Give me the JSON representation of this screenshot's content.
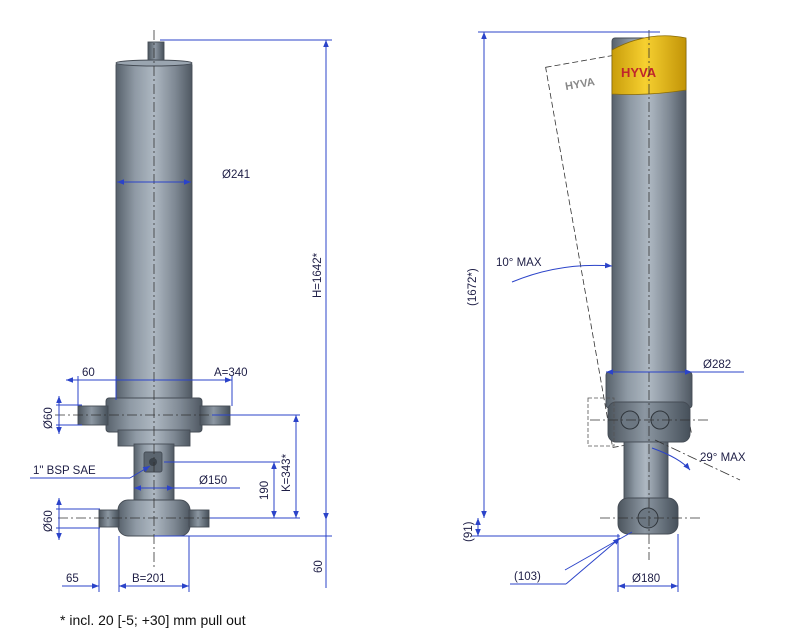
{
  "left_view": {
    "diameter_barrel": "Ø241",
    "height": "H=1642*",
    "a_dim": "A=340",
    "left_offset_top": "60",
    "pin_diameter_top": "Ø60",
    "port_label": "1\" BSP SAE",
    "diameter_base": "Ø150",
    "dim_190": "190",
    "k_dim": "K=343*",
    "pin_diameter_bottom": "Ø60",
    "bottom_offset": "60",
    "left_offset_bottom": "65",
    "b_dim": "B=201"
  },
  "right_view": {
    "height": "(1672*)",
    "tilt_max": "10° MAX",
    "diameter_head": "Ø282",
    "swing_max": "29° MAX",
    "bottom_offset": "(91)",
    "offset_103": "(103)",
    "diameter_bottom": "Ø180",
    "logo_text": "HYVA",
    "logo_colors": {
      "band": "#f2c51a",
      "text": "#c0262b"
    }
  },
  "footnote": "* incl. 20 [-5; +30] mm pull out"
}
